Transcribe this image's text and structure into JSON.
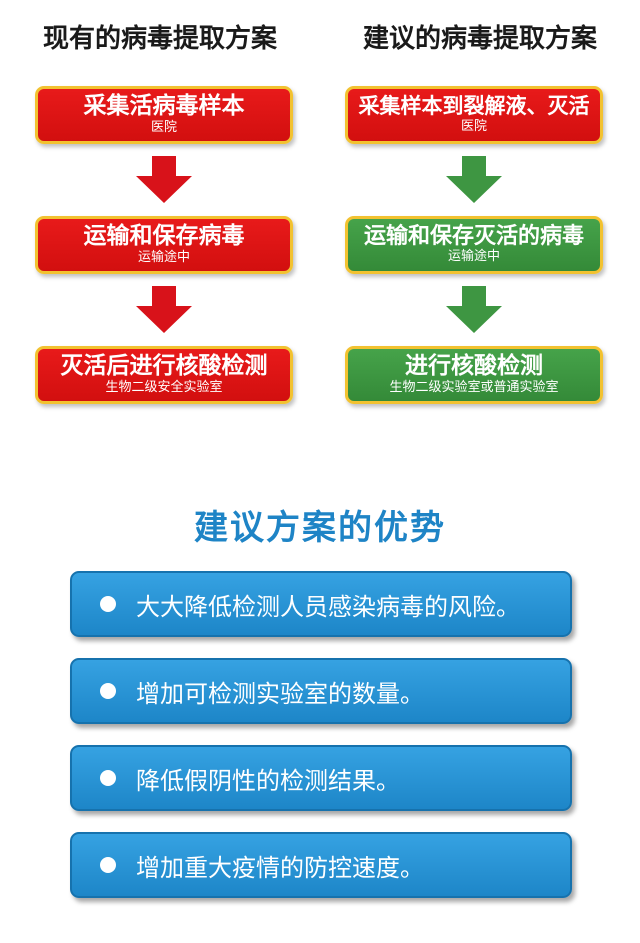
{
  "current": {
    "title": "现有的病毒提取方案",
    "steps": [
      {
        "main": "采集活病毒样本",
        "sub": "医院"
      },
      {
        "main": "运输和保存病毒",
        "sub": "运输途中"
      },
      {
        "main": "灭活后进行核酸检测",
        "sub": "生物二级安全实验室"
      }
    ],
    "color": "#e01414"
  },
  "proposed": {
    "title": "建议的病毒提取方案",
    "steps": [
      {
        "main": "采集样本到裂解液、灭活",
        "sub": "医院"
      },
      {
        "main": "运输和保存灭活的病毒",
        "sub": "运输途中"
      },
      {
        "main": "进行核酸检测",
        "sub": "生物二级实验室或普通实验室"
      }
    ],
    "color": "#3e9642"
  },
  "advantages": {
    "title": "建议方案的优势",
    "items": [
      "大大降低检测人员感染病毒的风险。",
      "增加可检测实验室的数量。",
      "降低假阴性的检测结果。",
      "增加重大疫情的防控速度。"
    ]
  }
}
